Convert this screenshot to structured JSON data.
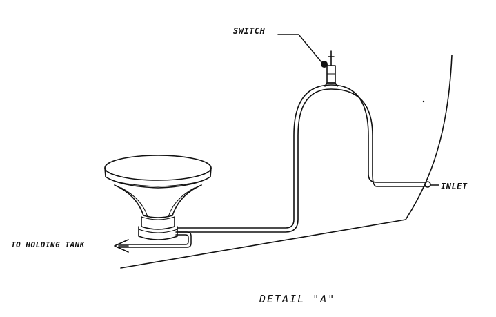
{
  "labels": {
    "switch": "SWITCH",
    "inlet": "INLET",
    "holding_tank": "TO HOLDING TANK",
    "detail": "DETAIL \"A\""
  },
  "colors": {
    "ink": "#111111",
    "background": "#ffffff"
  }
}
